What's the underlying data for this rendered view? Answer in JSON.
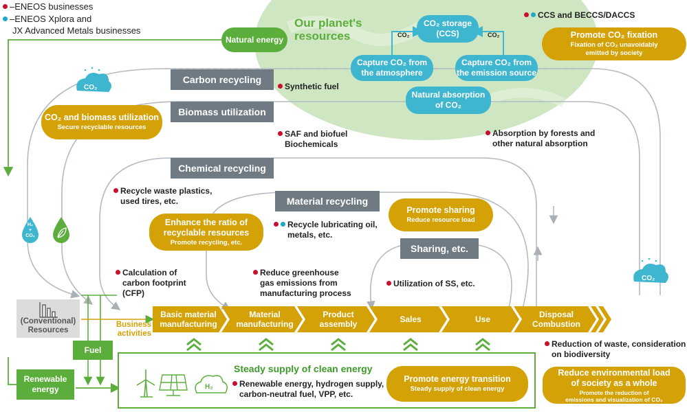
{
  "legend": {
    "eneos": "ENEOS businesses",
    "xplora_line1": "ENEOS Xplora and",
    "xplora_line2": "JX Advanced Metals businesses"
  },
  "planet": {
    "title_line1": "Our planet's",
    "title_line2": "resources"
  },
  "ccs_label": "CCS and BECCS/DACCS",
  "co2_storage": {
    "line1": "CO₂ storage",
    "line2": "(CCS)"
  },
  "co2_arrow_left": "CO₂",
  "co2_arrow_right": "CO₂",
  "capture_atmosphere": {
    "line1": "Capture CO₂ from",
    "line2": "the atmosphere"
  },
  "capture_emission": {
    "line1": "Capture CO₂ from",
    "line2": "the emission source"
  },
  "natural_absorption": {
    "line1": "Natural absorption",
    "line2": "of CO₂"
  },
  "natural_energy": "Natural energy",
  "promote_fixation": {
    "title": "Promote CO₂ fixation",
    "sub_line1": "Fixation of CO₂ unavoidably",
    "sub_line2": "emitted by society"
  },
  "co2_cloud_left": "CO₂",
  "co2_cloud_right": "CO₂",
  "carbon_recycling": "Carbon recycling",
  "synthetic_fuel": "Synthetic fuel",
  "biomass_utilization": "Biomass utilization",
  "co2_biomass": {
    "title": "CO₂ and biomass utilization",
    "sub": "Secure recyclable resources"
  },
  "saf": {
    "line1": "SAF and biofuel",
    "line2": "Biochemicals"
  },
  "absorption_forests": {
    "line1": "Absorption by forests and",
    "line2": "other natural absorption"
  },
  "chemical_recycling": "Chemical recycling",
  "recycle_plastics": {
    "line1": "Recycle waste plastics,",
    "line2": "used tires, etc."
  },
  "material_recycling": "Material recycling",
  "promote_sharing": {
    "title": "Promote sharing",
    "sub": "Reduce resource load"
  },
  "enhance_ratio": {
    "line1": "Enhance the ratio of",
    "line2": "recyclable resources",
    "sub": "Promote recycling, etc."
  },
  "recycle_lubricating": {
    "line1": "Recycle lubricating oil,",
    "line2": "metals, etc."
  },
  "sharing_etc": "Sharing, etc.",
  "h2_icon": {
    "top": "H₂",
    "mid": "+",
    "bottom": "CO₂"
  },
  "cfp": {
    "line1": "Calculation of",
    "line2": "carbon footprint",
    "line3": "(CFP)"
  },
  "reduce_ghg": {
    "line1": "Reduce greenhouse",
    "line2": "gas emissions from",
    "line3": "manufacturing process"
  },
  "utilization_ss": "Utilization of SS, etc.",
  "conventional": {
    "line1": "(Conventional)",
    "line2": "Resources"
  },
  "business_activities": {
    "line1": "Business",
    "line2": "activities"
  },
  "stages": [
    {
      "line1": "Basic material",
      "line2": "manufacturing"
    },
    {
      "line1": "Material",
      "line2": "manufacturing"
    },
    {
      "line1": "Product",
      "line2": "assembly"
    },
    {
      "line1": "Sales",
      "line2": ""
    },
    {
      "line1": "Use",
      "line2": ""
    },
    {
      "line1": "Disposal",
      "line2": "Combustion"
    }
  ],
  "fuel": "Fuel",
  "renewable": {
    "line1": "Renewable",
    "line2": "energy"
  },
  "steady_supply": "Steady supply of clean energy",
  "renewable_supply": {
    "line1": "Renewable energy, hydrogen supply,",
    "line2": "carbon-neutral fuel, VPP, etc."
  },
  "h2_cloud": "H₂",
  "promote_transition": {
    "title": "Promote energy transition",
    "sub": "Steady supply of clean energy"
  },
  "reduction_waste": {
    "line1": "Reduction of waste, consideration",
    "line2": "on biodiversity"
  },
  "reduce_env": {
    "line1": "Reduce environmental load",
    "line2": "of society as a whole",
    "sub1": "Promote the reduction of",
    "sub2": "emissions and visualization of CO₂"
  },
  "colors": {
    "gold": "#d4a106",
    "green": "#5cae3c",
    "teal": "#3fb6cf",
    "grey": "#6f7a82",
    "planet": "#cde6c1"
  }
}
